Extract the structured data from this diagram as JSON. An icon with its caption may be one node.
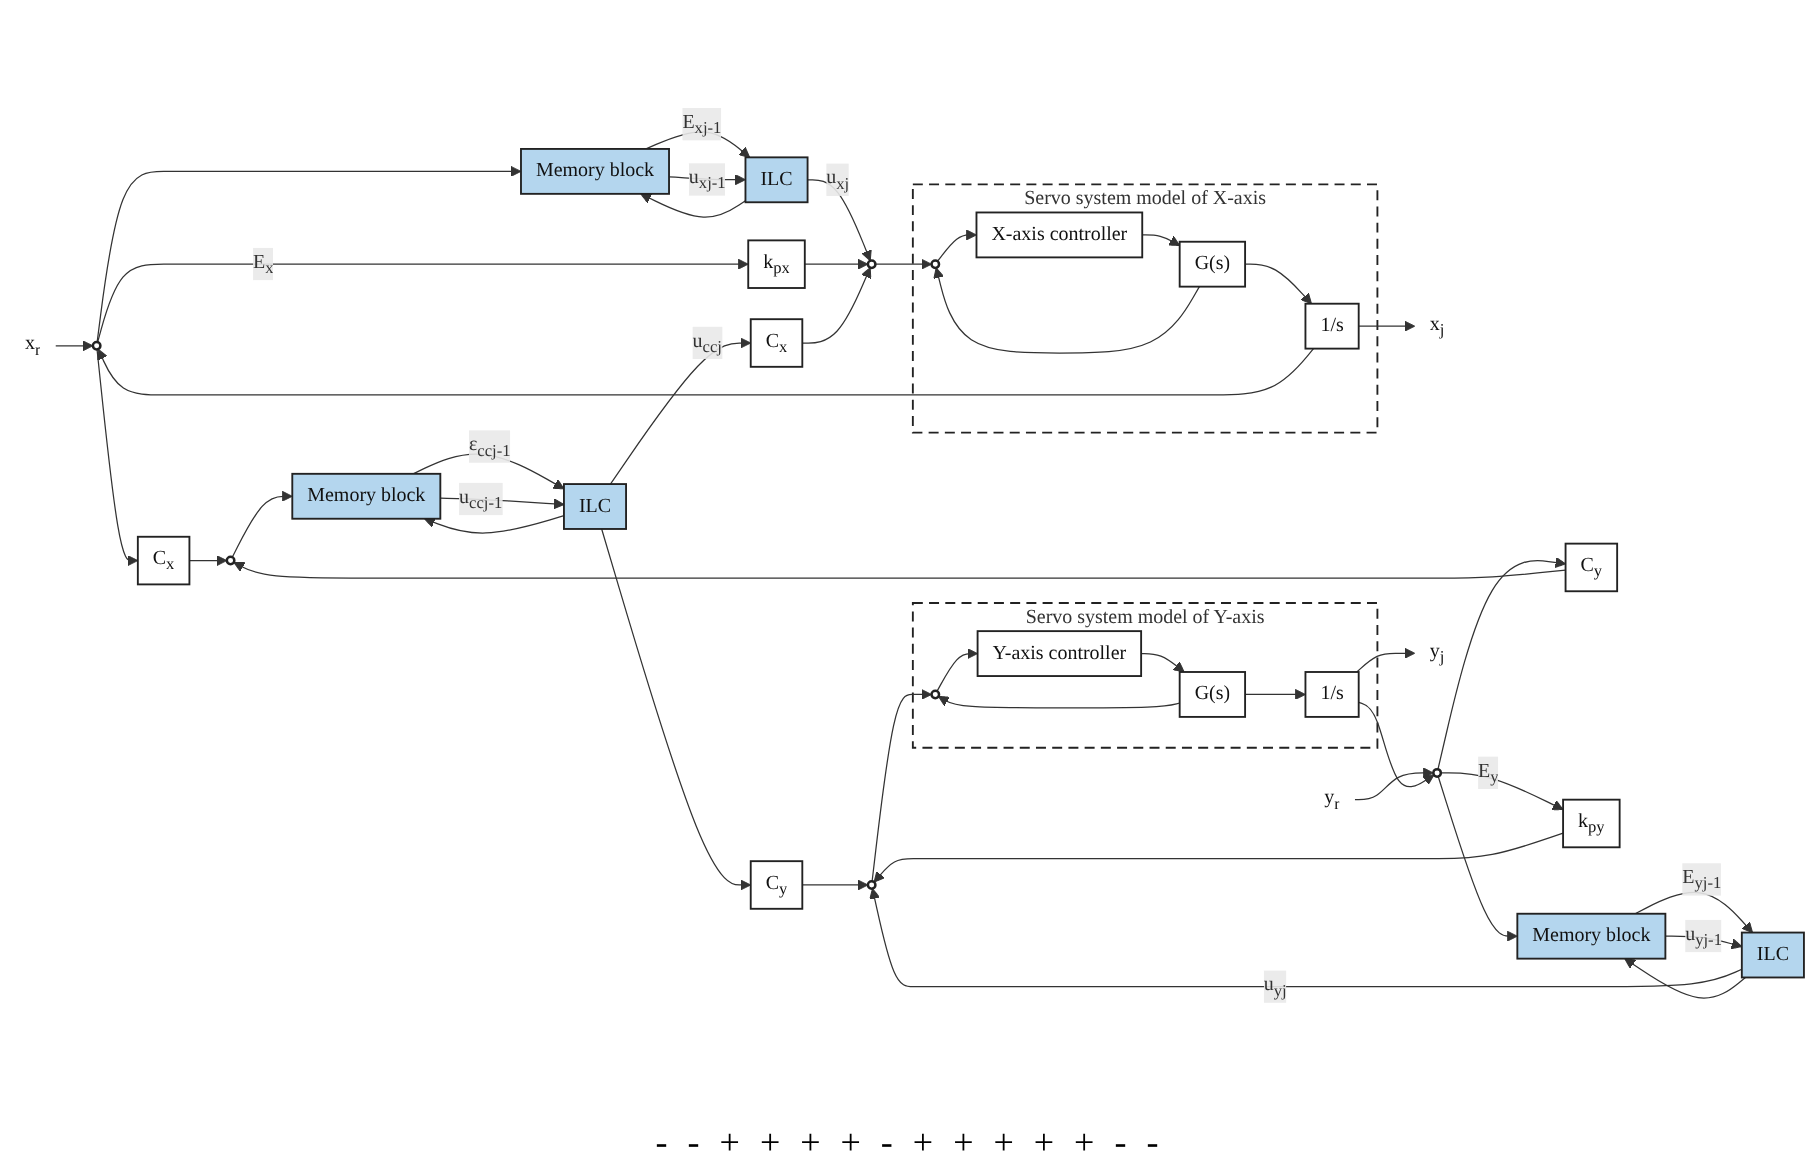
{
  "diagram": {
    "nodes": [
      {
        "text": [
          "x$_{r}$"
        ]
      },
      {
        "text": [],
        "shape": "circle"
      },
      {
        "text": [
          "Memory block"
        ]
      },
      {
        "text": [
          "ILC"
        ]
      },
      {
        "text": [
          "k$_{px}$"
        ]
      },
      {
        "text": [],
        "shape": "circle"
      },
      {
        "text": [
          "Servo system model of X-axis"
        ]
      },
      {
        "text": [],
        "shape": "circle",
        "in": 6
      },
      {
        "text": [
          "X-axis controller"
        ],
        "in": 6
      },
      {
        "text": [
          "G(s)"
        ],
        "in": 6
      },
      {
        "text": [
          "1/s"
        ],
        "in": 6
      },
      {
        "text": [
          "x$_{j}$"
        ]
      },
      {
        "text": [
          "C$_{x}$"
        ]
      },
      {
        "text": [],
        "shape": "circle"
      },
      {
        "text": [
          "Memory block"
        ]
      },
      {
        "text": [
          "ILC"
        ]
      },
      {
        "text": [
          "C$_{x}$"
        ]
      },
      {
        "text": [
          "C$_{y}$"
        ]
      },
      {
        "text": [
          "C$_{y}$"
        ]
      },
      {
        "text": [
          "y$_{r}$"
        ]
      },
      {
        "text": [],
        "shape": "circle"
      },
      {
        "text": [
          "k$_{py}$"
        ]
      },
      {
        "text": [],
        "shape": "circle"
      },
      {
        "text": [
          "Servo system model of Y-axis"
        ]
      },
      {
        "text": [],
        "shape": "circle",
        "in": 23
      },
      {
        "text": [
          "Y-axis controller"
        ],
        "in": 23
      },
      {
        "text": [
          "G(s)"
        ],
        "in": 23
      },
      {
        "text": [
          "1/s"
        ],
        "in": 23
      },
      {
        "text": [
          "y$_{j}$"
        ]
      },
      {
        "text": [
          "Memory block"
        ]
      },
      {
        "text": [
          "ILC"
        ]
      }
    ],
    "edges": [
      {
        "from": 0,
        "to": 1,
        "arrow": "to"
      },
      {
        "from": 10,
        "to": 1,
        "arrow": "to"
      },
      {
        "from": 1,
        "to": 4,
        "arrow": "to",
        "label": "E$_{x}$"
      },
      {
        "from": 1,
        "to": 2,
        "arrow": "to"
      },
      {
        "from": 1,
        "to": 12,
        "arrow": "to"
      },
      {
        "from": 2,
        "to": 3,
        "arrow": "to",
        "label": "E$_{xj-1}$"
      },
      {
        "from": 2,
        "to": 3,
        "arrow": "to",
        "label": "u$_{xj-1}$"
      },
      {
        "from": 3,
        "to": 5,
        "arrow": "to",
        "label": "u$_{xj}$"
      },
      {
        "from": 3,
        "to": 2,
        "arrow": "to"
      },
      {
        "from": 4,
        "to": 5,
        "arrow": "to"
      },
      {
        "from": 5,
        "to": 7,
        "arrow": "to"
      },
      {
        "from": 7,
        "to": 8,
        "arrow": "to"
      },
      {
        "from": 8,
        "to": 9,
        "arrow": "to"
      },
      {
        "from": 9,
        "to": 10,
        "arrow": "to"
      },
      {
        "from": 9,
        "to": 7,
        "arrow": "to"
      },
      {
        "from": 10,
        "to": 11,
        "arrow": "to"
      },
      {
        "from": 16,
        "to": 5,
        "arrow": "to"
      },
      {
        "from": 12,
        "to": 13,
        "arrow": "to"
      },
      {
        "from": 18,
        "to": 13,
        "arrow": "to"
      },
      {
        "from": 13,
        "to": 14,
        "arrow": "to"
      },
      {
        "from": 14,
        "to": 15,
        "arrow": "to",
        "label": "ε$_{ccj-1}$"
      },
      {
        "from": 14,
        "to": 15,
        "arrow": "to",
        "label": "u$_{ccj-1}$"
      },
      {
        "from": 15,
        "to": 16,
        "arrow": "to",
        "label": "u$_{ccj}$"
      },
      {
        "from": 15,
        "to": 17,
        "arrow": "to"
      },
      {
        "from": 15,
        "to": 14,
        "arrow": "to"
      },
      {
        "from": 20,
        "to": 18,
        "arrow": "to"
      },
      {
        "from": 19,
        "to": 20,
        "arrow": "to"
      },
      {
        "from": 27,
        "to": 20,
        "arrow": "to"
      },
      {
        "from": 20,
        "to": 21,
        "arrow": "to",
        "label": "E$_{y}$"
      },
      {
        "from": 20,
        "to": 29,
        "arrow": "to"
      },
      {
        "from": 21,
        "to": 22,
        "arrow": "to"
      },
      {
        "from": 17,
        "to": 22,
        "arrow": "to"
      },
      {
        "from": 29,
        "to": 30,
        "arrow": "to",
        "label": "E$_{yj-1}$"
      },
      {
        "from": 29,
        "to": 30,
        "arrow": "to",
        "label": "u$_{yj-1}$"
      },
      {
        "from": 30,
        "to": 22,
        "arrow": "to",
        "label": "u$_{yj}$"
      },
      {
        "from": 30,
        "to": 29,
        "arrow": "to"
      },
      {
        "from": 22,
        "to": 24,
        "arrow": "to"
      },
      {
        "from": 24,
        "to": 25,
        "arrow": "to"
      },
      {
        "from": 25,
        "to": 26,
        "arrow": "to"
      },
      {
        "from": 26,
        "to": 27,
        "arrow": "to"
      },
      {
        "from": 26,
        "to": 24,
        "arrow": "to"
      },
      {
        "from": 27,
        "to": 28,
        "arrow": "to"
      }
    ],
    "labels": [
      "-",
      "-",
      "+",
      "+",
      "+",
      "+",
      "-",
      "+",
      "+",
      "+",
      "+",
      "+",
      "-",
      "-"
    ]
  }
}
